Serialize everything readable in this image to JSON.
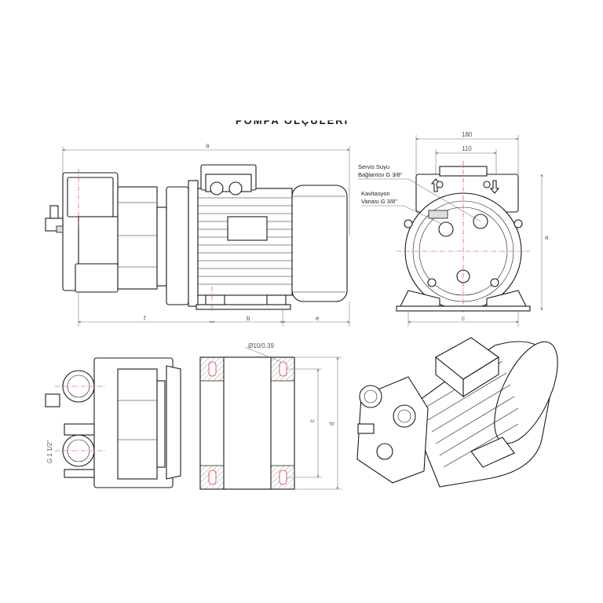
{
  "sheet": {
    "title": "POMPA ÖLÇÜLERİ"
  },
  "dimensions": {
    "overall": "a",
    "f": "f",
    "b": "b",
    "e": "e",
    "c": "c",
    "d": "d",
    "height": "a",
    "width_180": "180",
    "width_110": "110",
    "hole": "Ø10/0.39",
    "thread": "G 1 1/2\""
  },
  "notes": {
    "service_water": {
      "line1": "Servis Suyu",
      "line2": "Bağlantısı G 3/8\""
    },
    "cavitation": {
      "line1": "Kavitasyon",
      "line2": "Vanası G 3/8\""
    }
  }
}
